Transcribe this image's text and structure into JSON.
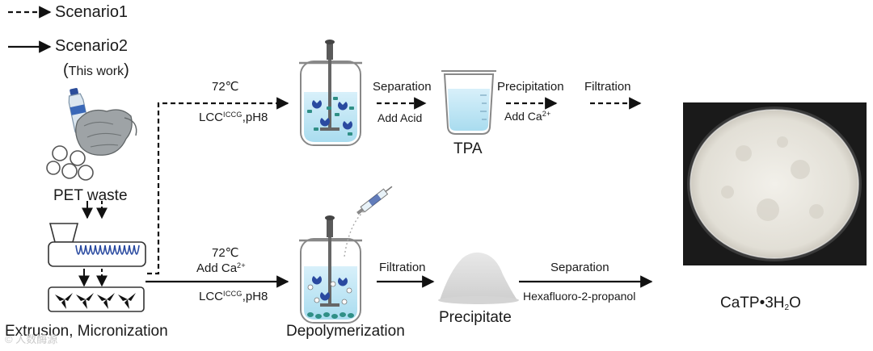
{
  "legend": {
    "scenario1": "Scenario1",
    "scenario2": "Scenario2",
    "this_work_open": "(",
    "this_work": "This work",
    "this_work_close": ")"
  },
  "pet_waste": "PET waste",
  "extrusion_label": "Extrusion, Micronization",
  "upper": {
    "temp": "72℃",
    "enzyme_main": "LCC",
    "enzyme_sup": "ICCG",
    "enzyme_suffix": ",pH8",
    "separation": "Separation",
    "add_acid": "Add Acid",
    "tpa": "TPA",
    "precipitation": "Precipitation",
    "add_ca_main": "Add Ca",
    "add_ca_sup": "2+",
    "filtration": "Filtration"
  },
  "lower": {
    "temp": "72℃",
    "add_ca_main": "Add Ca",
    "add_ca_sup": "2+",
    "enzyme_main": "LCC",
    "enzyme_sup": "ICCG",
    "enzyme_suffix": ",pH8",
    "depolymerization": "Depolymerization",
    "filtration": "Filtration",
    "precipitate": "Precipitate",
    "separation": "Separation",
    "solvent": "Hexafluoro-2-propanol"
  },
  "product": {
    "main": "CaTP•3H",
    "sub": "2",
    "end": "O"
  },
  "watermark": "© 人数酶源",
  "colors": {
    "arrow": "#111111",
    "liquid": "#bfe6f5",
    "enzyme_blue": "#2a4aa0",
    "teal_particle": "#2f8f86",
    "dish_bg": "#1a1a1a",
    "powder": "#e9e6df"
  }
}
